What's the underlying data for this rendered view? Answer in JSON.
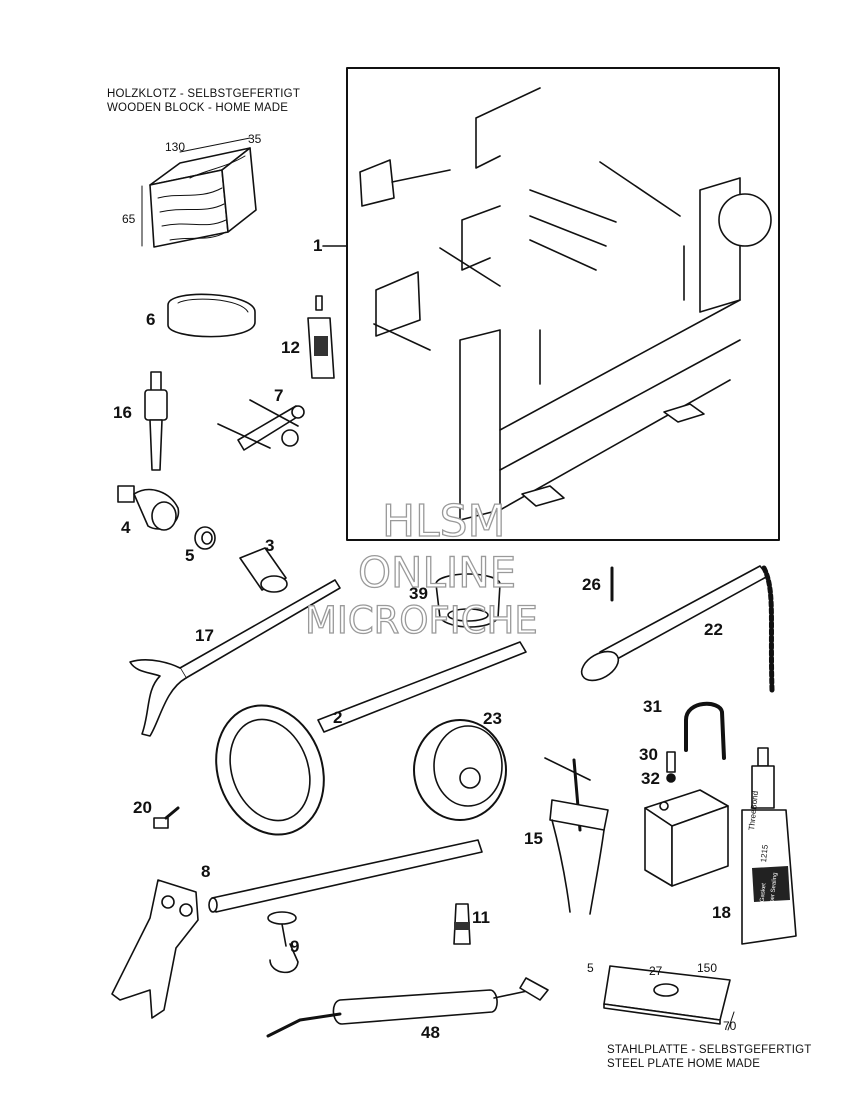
{
  "captions": {
    "wooden_block_de": "HOLZKLOTZ - SELBSTGEFERTIGT",
    "wooden_block_en": "WOODEN BLOCK - HOME MADE",
    "steel_plate_de": "STAHLPLATTE - SELBSTGEFERTIGT",
    "steel_plate_en": "STEEL PLATE    HOME MADE"
  },
  "dimensions": {
    "block_length": "130",
    "block_depth": "35",
    "block_height": "65",
    "plate_thickness": "5",
    "plate_hole": "27",
    "plate_length": "150",
    "plate_width": "70"
  },
  "part_labels": {
    "p1": "1",
    "p2": "2",
    "p3": "3",
    "p4": "4",
    "p5": "5",
    "p6": "6",
    "p7": "7",
    "p8": "8",
    "p9": "9",
    "p11": "11",
    "p12": "12",
    "p15": "15",
    "p16": "16",
    "p17": "17",
    "p18": "18",
    "p20": "20",
    "p22": "22",
    "p23": "23",
    "p26": "26",
    "p30": "30",
    "p31": "31",
    "p32": "32",
    "p39": "39",
    "p48": "48"
  },
  "tube_text": {
    "brand": "ThreeBond",
    "number": "1215",
    "line1": "Silver Liquid Gasket",
    "line2": "Silicone Rubber Sealing"
  },
  "watermark": {
    "line1": "HLSM",
    "line2": "ONLINE",
    "line3": "MICROFICHE"
  }
}
